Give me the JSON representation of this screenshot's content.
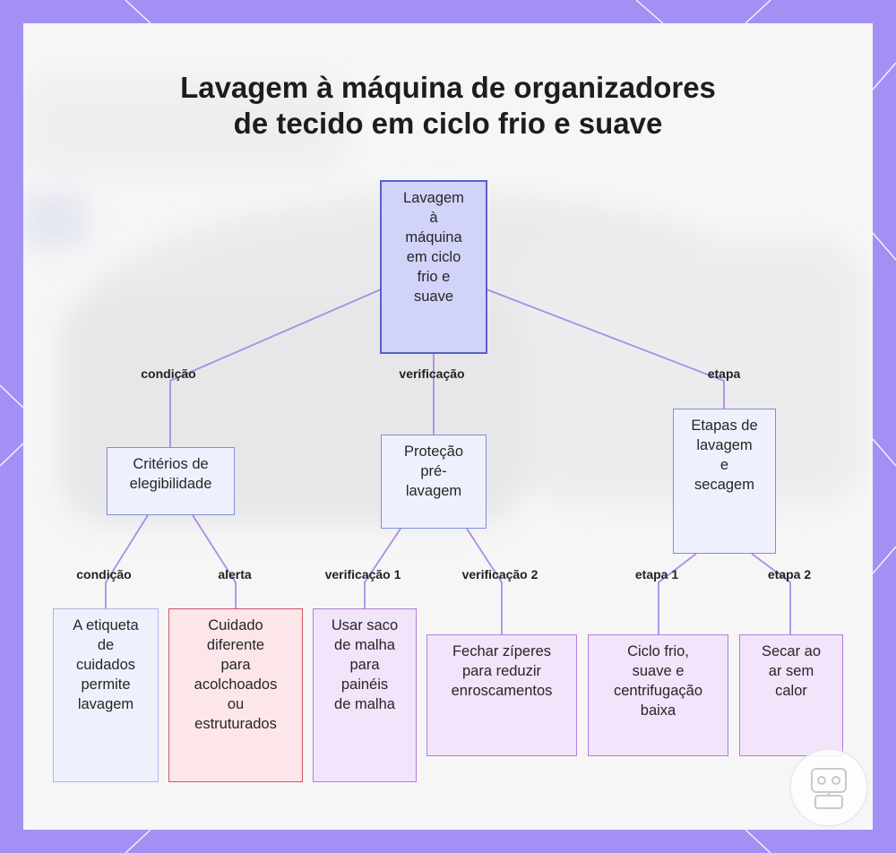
{
  "title_lines": [
    "Lavagem à máquina de organizadores",
    "de tecido em ciclo frio e suave"
  ],
  "nodes": {
    "root": [
      "Lavagem",
      "à",
      "máquina",
      "em ciclo",
      "frio e",
      "suave"
    ],
    "criterios": [
      "Critérios de",
      "elegibilidade"
    ],
    "protecao": [
      "Proteção",
      "pré-",
      "lavagem"
    ],
    "etapas": [
      "Etapas de",
      "lavagem",
      "e",
      "secagem"
    ],
    "etiqueta": [
      "A etiqueta",
      "de",
      "cuidados",
      "permite",
      "lavagem"
    ],
    "cuidado": [
      "Cuidado",
      "diferente",
      "para",
      "acolchoados",
      "ou",
      "estruturados"
    ],
    "saco": [
      "Usar saco",
      "de malha",
      "para",
      "painéis",
      "de malha"
    ],
    "ziperes": [
      "Fechar zíperes",
      "para reduzir",
      "enroscamentos"
    ],
    "ciclo": [
      "Ciclo frio,",
      "suave e",
      "centrifugação",
      "baixa"
    ],
    "secar": [
      "Secar ao",
      "ar sem",
      "calor"
    ]
  },
  "edge_labels": {
    "condicao_top": "condição",
    "verificacao_top": "verificação",
    "etapa_top": "etapa",
    "condicao": "condição",
    "alerta": "alerta",
    "verificacao1": "verificação 1",
    "verificacao2": "verificação 2",
    "etapa1": "etapa 1",
    "etapa2": "etapa 2"
  },
  "colors": {
    "frame": "#a48ff5",
    "connector": "#a88de6",
    "root_fill": "#d1d3f9",
    "root_border": "#5a5fce",
    "alert_fill": "#fde6ea",
    "alert_border": "#d25365",
    "leaf_fill": "#f1e4fb",
    "leaf_border": "#b07ed6"
  },
  "icons": [
    "robot-logo-icon"
  ]
}
